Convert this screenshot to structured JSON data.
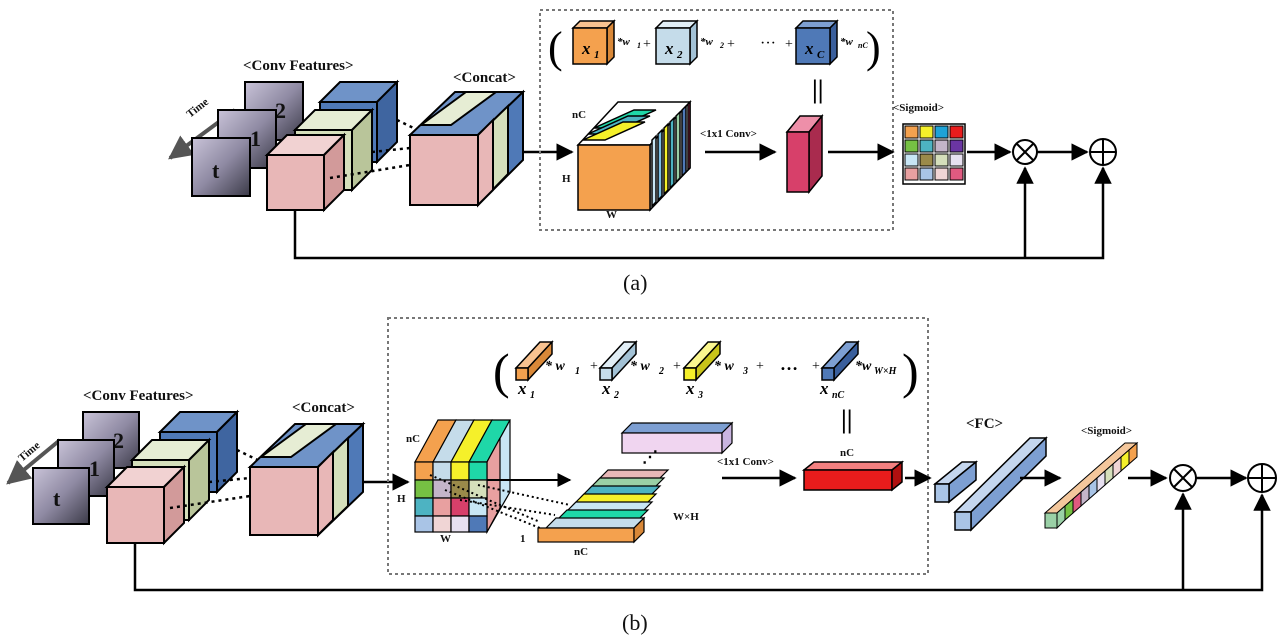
{
  "colors": {
    "pink": "#e8b7b7",
    "green": "#d5dfbb",
    "blue": "#4f79b7",
    "orange": "#f4a14e",
    "lightblue": "#c5dcea",
    "yellow": "#f5f02a",
    "red_bar": "#e81c1c",
    "magenta": "#d7406a",
    "arrow": "#000000"
  },
  "panel_a": {
    "conv_features": "<Conv Features>",
    "time": "Time",
    "frame_labels": [
      "2",
      "1",
      "t"
    ],
    "concat": "<Concat>",
    "sigmoid": "<Sigmoid>",
    "conv1x1": "<1x1 Conv>",
    "dim_nc": "nC",
    "dim_h": "H",
    "dim_w": "W",
    "formula": {
      "terms": [
        "x",
        "x",
        "x"
      ],
      "subs": [
        "1",
        "2",
        "C"
      ],
      "weights": [
        "*w",
        "*w",
        "*w"
      ],
      "weight_subs": [
        "1",
        "2",
        "nC"
      ],
      "plus": "+",
      "ellipsis": "···",
      "equals": "||"
    },
    "multiply": "⊗",
    "add": "⊕",
    "caption": "(a)"
  },
  "panel_b": {
    "conv_features": "<Conv Features>",
    "time": "Time",
    "frame_labels": [
      "2",
      "1",
      "t"
    ],
    "concat": "<Concat>",
    "conv1x1": "<1x1 Conv>",
    "fc": "<FC>",
    "sigmoid": "<Sigmoid>",
    "dim_nc": "nC",
    "dim_h": "H",
    "dim_w": "W",
    "dim_wh": "W×H",
    "dim_one": "1",
    "dim_nc_bottom": "nC",
    "dim_nc_red": "nC",
    "formula": {
      "terms": [
        "x",
        "x",
        "x",
        "x"
      ],
      "subs": [
        "1",
        "2",
        "3",
        "nC"
      ],
      "weights": [
        "* w",
        "* w",
        "* w",
        "*w"
      ],
      "weight_subs": [
        "1",
        "2",
        "3",
        "W×H"
      ],
      "plus": "+",
      "ellipsis": "…",
      "equals": "||"
    },
    "multiply": "⊗",
    "add": "⊕",
    "caption": "(b)"
  }
}
